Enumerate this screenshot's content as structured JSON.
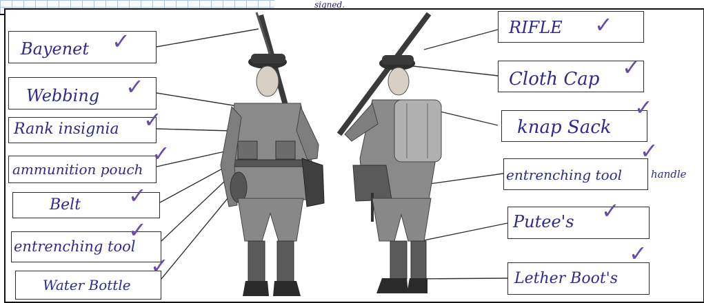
{
  "header": {
    "signed_note": "signed."
  },
  "left_labels": [
    {
      "text": "Bayenet"
    },
    {
      "text": "Webbing"
    },
    {
      "text": "Rank insignia"
    },
    {
      "text": "ammunition pouch"
    },
    {
      "text": "Belt"
    },
    {
      "text": "entrenching tool"
    },
    {
      "text": "Water Bottle"
    }
  ],
  "right_labels": [
    {
      "text": "RIFLE"
    },
    {
      "text": "Cloth Cap"
    },
    {
      "text": "knap Sack"
    },
    {
      "text": "entrenching tool",
      "extra": "handle"
    },
    {
      "text": "Putee's"
    },
    {
      "text": "Lether Boot's"
    }
  ],
  "colors": {
    "ink": "#2d2b8c",
    "tick": "#6a4aa8",
    "uniform": "#7a7a7a",
    "uniform_dark": "#4a4a4a",
    "leather": "#2e2e2e"
  },
  "icons": {
    "tick": "check-mark-icon"
  }
}
